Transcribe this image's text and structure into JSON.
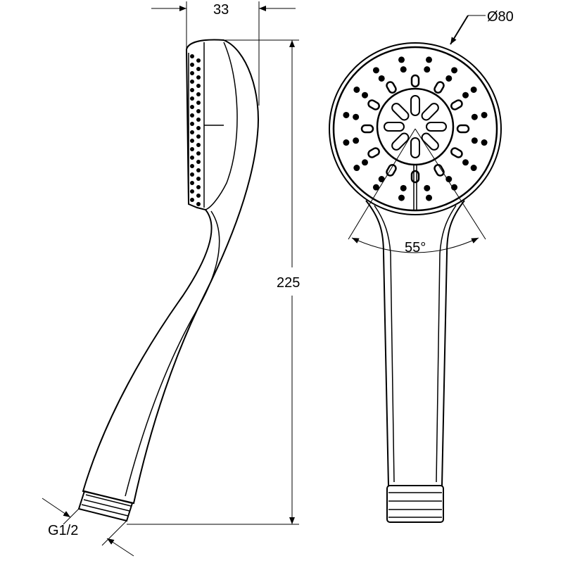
{
  "dimensions": {
    "depth": "33",
    "length": "225",
    "diameter": "Ø80",
    "angle": "55°",
    "thread": "G1/2"
  },
  "colors": {
    "line": "#000000",
    "background": "#ffffff"
  }
}
